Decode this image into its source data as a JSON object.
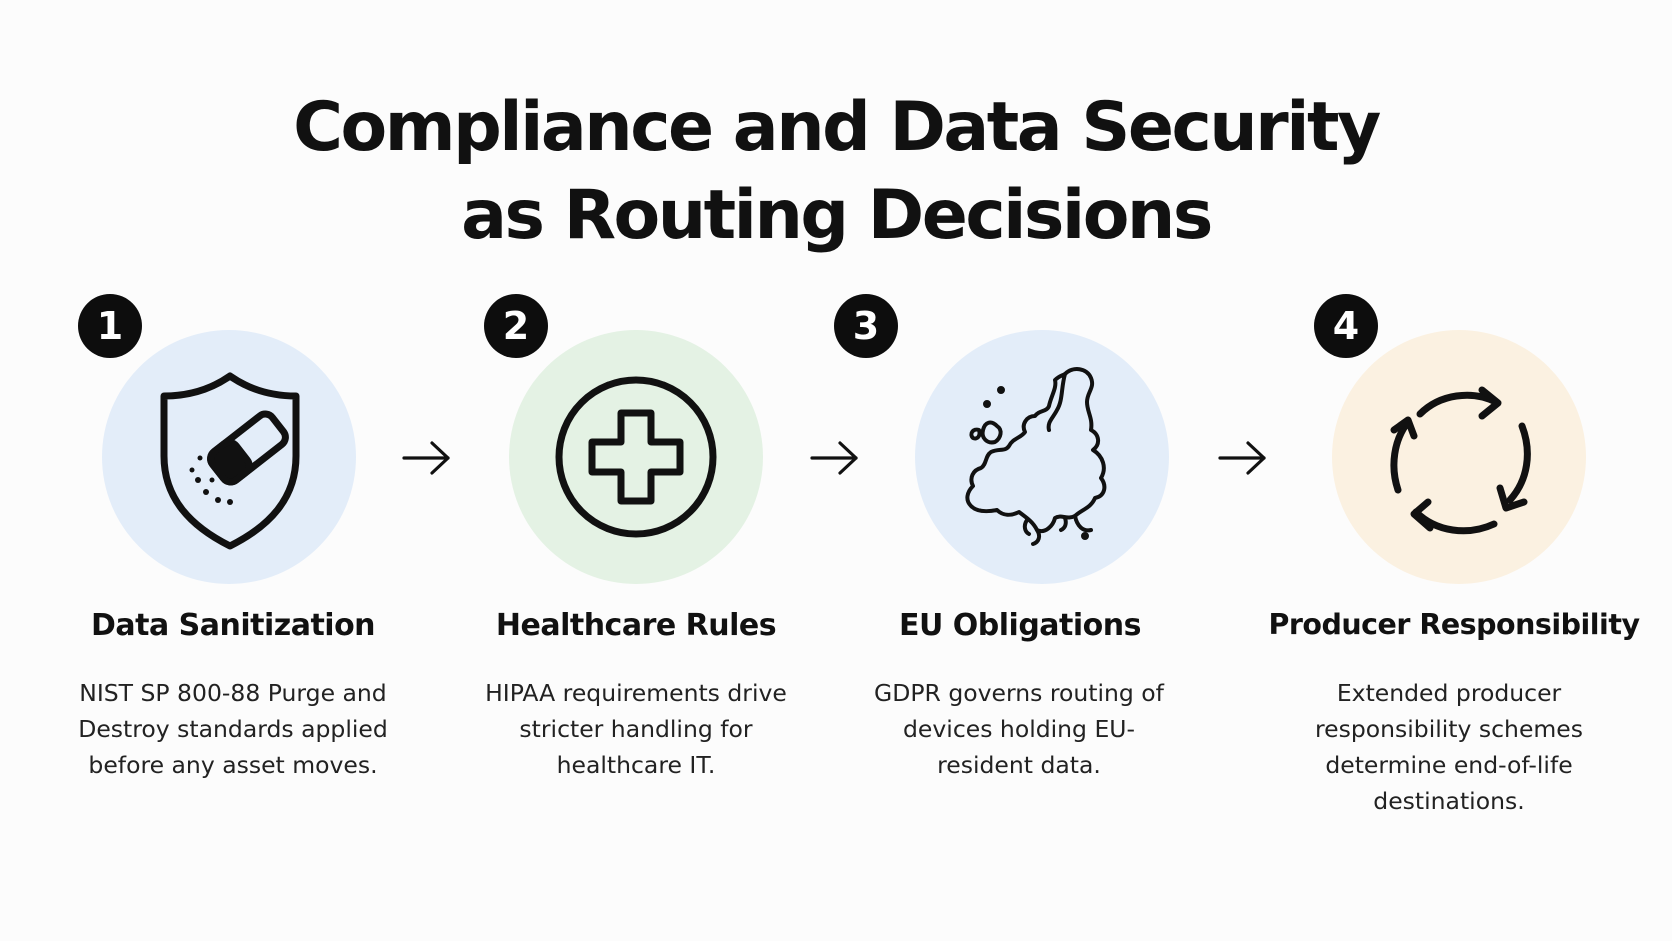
{
  "title": {
    "line1": "Compliance and Data Security",
    "line2": "as Routing Decisions"
  },
  "steps": [
    {
      "number": "1",
      "title": "Data Sanitization",
      "description": "NIST SP 800-88 Purge and Destroy standards applied before any asset moves.",
      "icon": "shield-eraser-icon",
      "circle_color": "#e3edf9"
    },
    {
      "number": "2",
      "title": "Healthcare Rules",
      "description": "HIPAA requirements drive stricter handling for healthcare IT.",
      "icon": "medical-cross-icon",
      "circle_color": "#e4f2e4"
    },
    {
      "number": "3",
      "title": "EU Obligations",
      "description": "GDPR governs routing of devices holding EU-resident data.",
      "icon": "europe-map-icon",
      "circle_color": "#e3edf9"
    },
    {
      "number": "4",
      "title": "Producer Responsibility",
      "description": "Extended producer responsibility schemes determine end-of-life destinations.",
      "icon": "recycle-cycle-icon",
      "circle_color": "#fbf1e1"
    }
  ],
  "connector_icon": "arrow-right-icon"
}
